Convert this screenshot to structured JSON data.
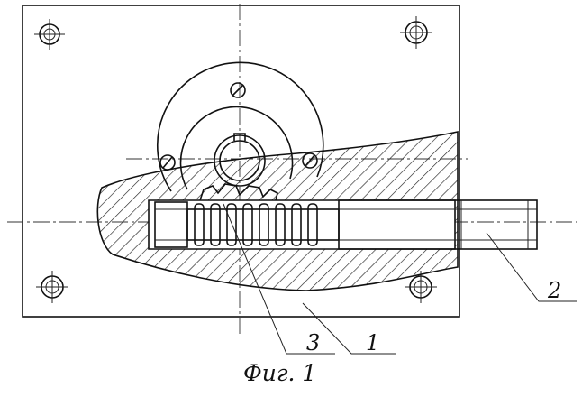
{
  "figure": {
    "caption": "Фиг. 1"
  },
  "callouts": [
    {
      "id": "part-1",
      "label": "1"
    },
    {
      "id": "part-2",
      "label": "2"
    },
    {
      "id": "part-3",
      "label": "3"
    }
  ]
}
